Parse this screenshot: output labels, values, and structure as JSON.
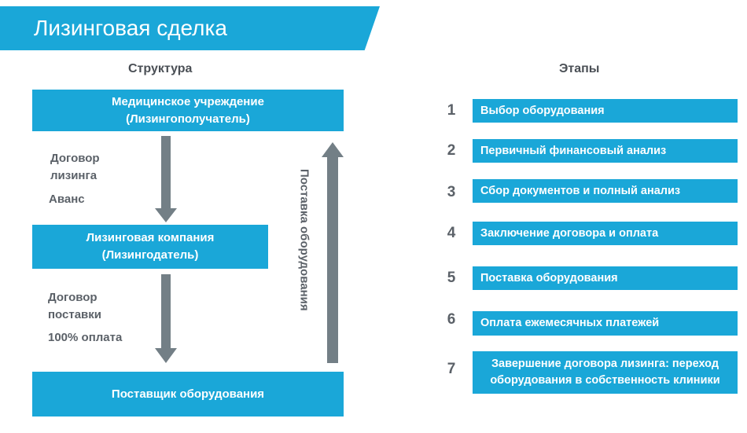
{
  "title": "Лизинговая сделка",
  "structure": {
    "heading": "Структура",
    "customer_line1": "Медицинское учреждение",
    "customer_line2": "(Лизингополучатель)",
    "company_line1": "Лизинговая компания",
    "company_line2": "(Лизингодатель)",
    "supplier": "Поставщик оборудования",
    "lease_contract_line1": "Договор",
    "lease_contract_line2": "лизинга",
    "advance": "Аванс",
    "supply_contract_line1": "Договор",
    "supply_contract_line2": "поставки",
    "full_payment": "100% оплата",
    "equipment_delivery": "Поставка оборудования"
  },
  "stages": {
    "heading": "Этапы",
    "items": [
      {
        "num": "1",
        "text": "Выбор оборудования"
      },
      {
        "num": "2",
        "text": "Первичный финансовый анализ"
      },
      {
        "num": "3",
        "text": "Сбор документов и полный анализ"
      },
      {
        "num": "4",
        "text": "Заключение договора и оплата"
      },
      {
        "num": "5",
        "text": "Поставка оборудования"
      },
      {
        "num": "6",
        "text": "Оплата ежемесячных платежей"
      },
      {
        "num": "7",
        "text": "Завершение договора лизинга: переход оборудования в собственность клиники"
      }
    ]
  },
  "colors": {
    "accent": "#1aa7d8",
    "arrow": "#737f86",
    "text": "#5b6168"
  }
}
